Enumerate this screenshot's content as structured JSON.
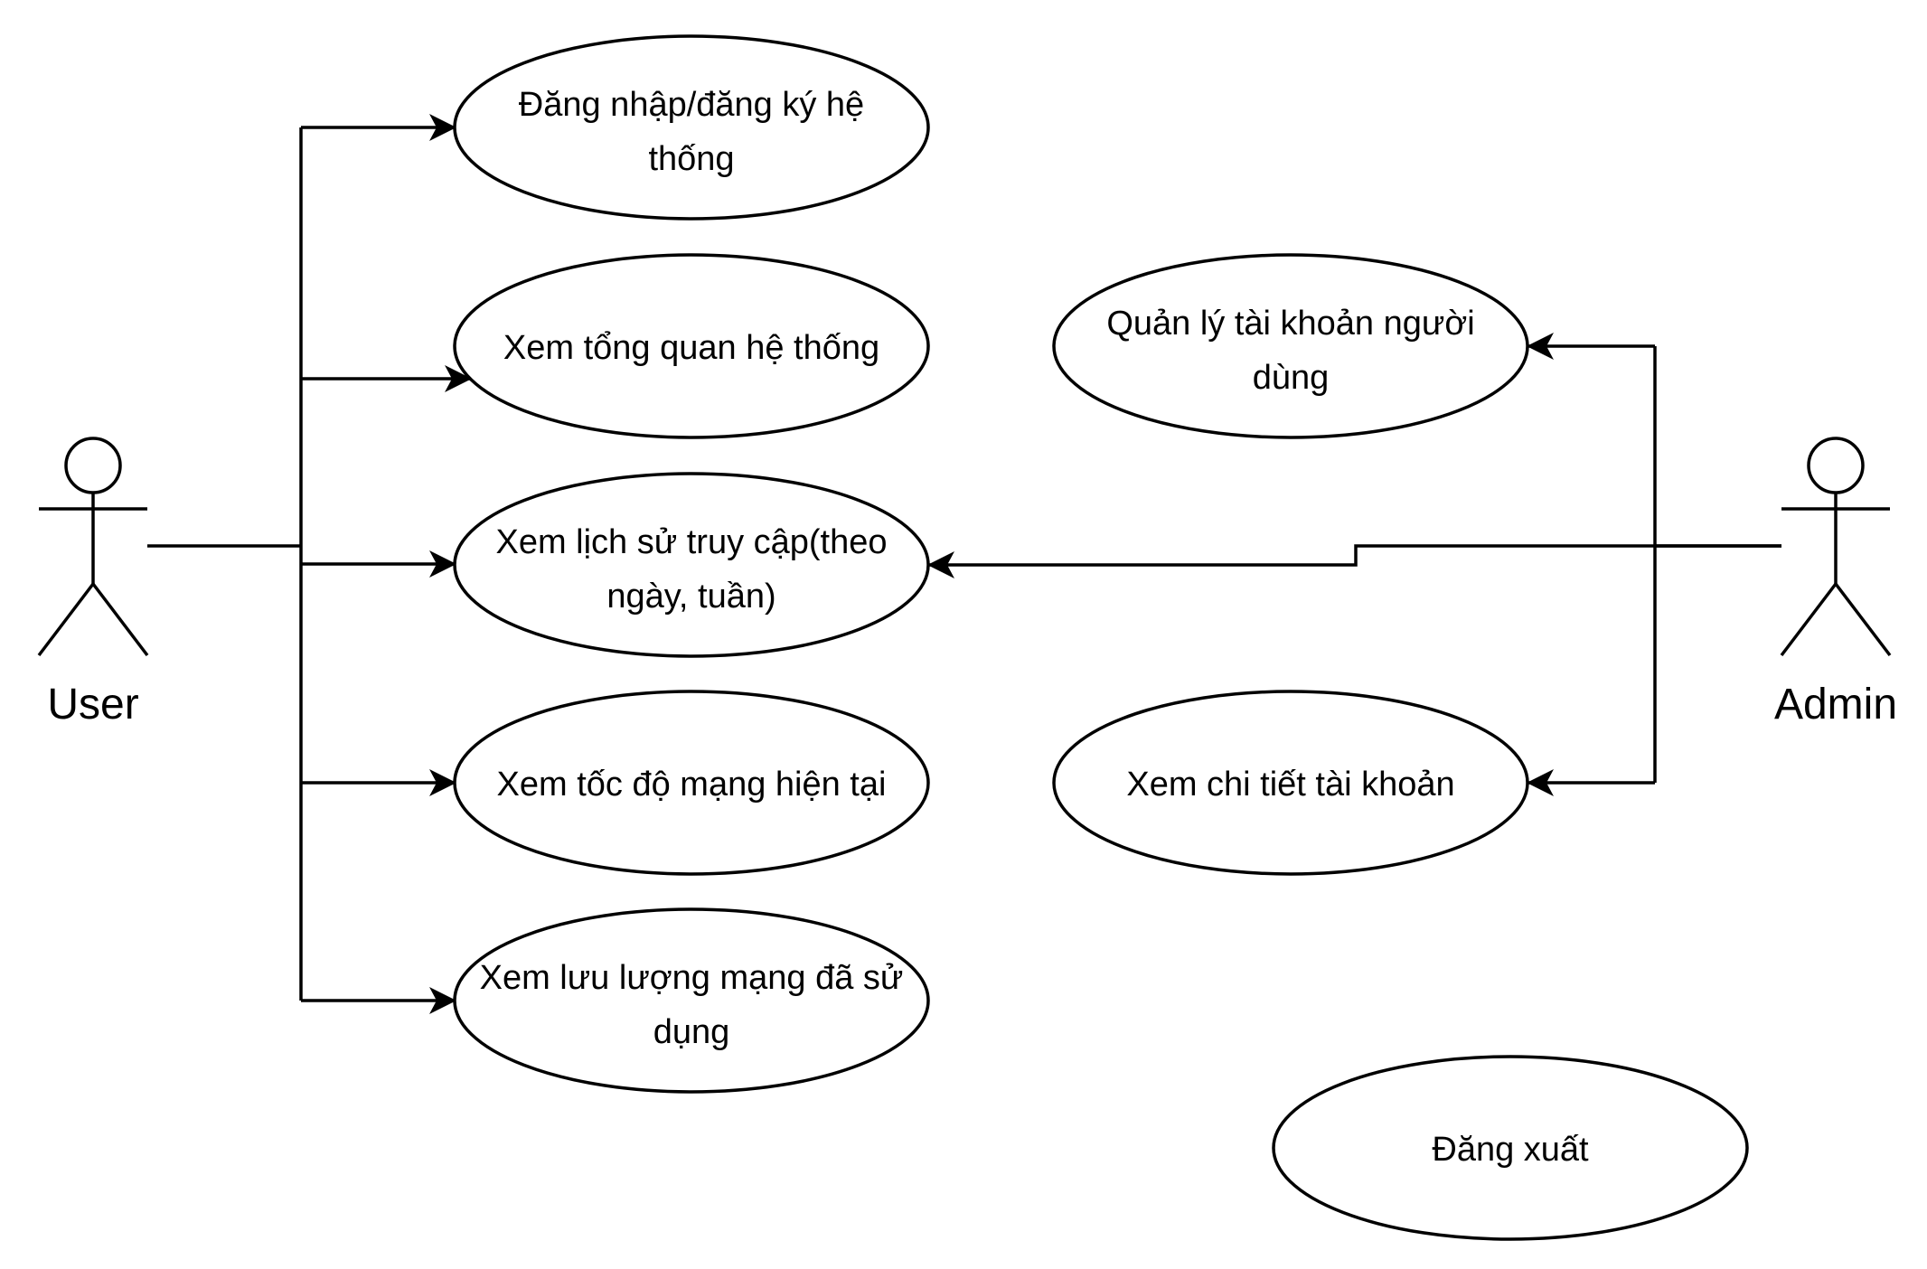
{
  "actors": {
    "user": "User",
    "admin": "Admin"
  },
  "use_cases": {
    "login": [
      "Đăng nhập/đăng ký hệ",
      "thống"
    ],
    "overview": [
      "Xem tổng quan hệ thống"
    ],
    "history": [
      "Xem lịch sử truy cập(theo",
      "ngày, tuần)"
    ],
    "speed": [
      "Xem tốc độ mạng hiện tại"
    ],
    "traffic": [
      "Xem lưu lượng mạng đã sử",
      "dụng"
    ],
    "manage_accounts": [
      "Quản lý tài khoản người",
      "dùng"
    ],
    "account_detail": [
      "Xem chi tiết tài khoản"
    ],
    "logout": [
      "Đăng xuất"
    ]
  }
}
